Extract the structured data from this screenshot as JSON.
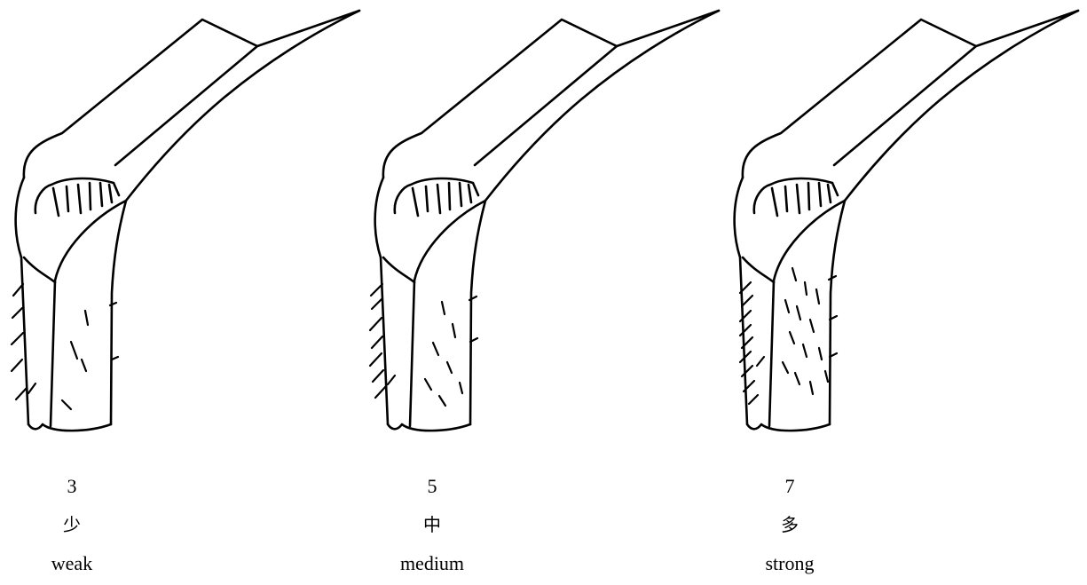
{
  "panels": [
    {
      "note": "3",
      "label_zh": "少",
      "label_en": "weak",
      "hair_density": "weak"
    },
    {
      "note": "5",
      "label_zh": "中",
      "label_en": "medium",
      "hair_density": "medium"
    },
    {
      "note": "7",
      "label_zh": "多",
      "label_en": "strong",
      "hair_density": "strong"
    }
  ],
  "colors": {
    "line": "#000000",
    "background": "#ffffff"
  }
}
